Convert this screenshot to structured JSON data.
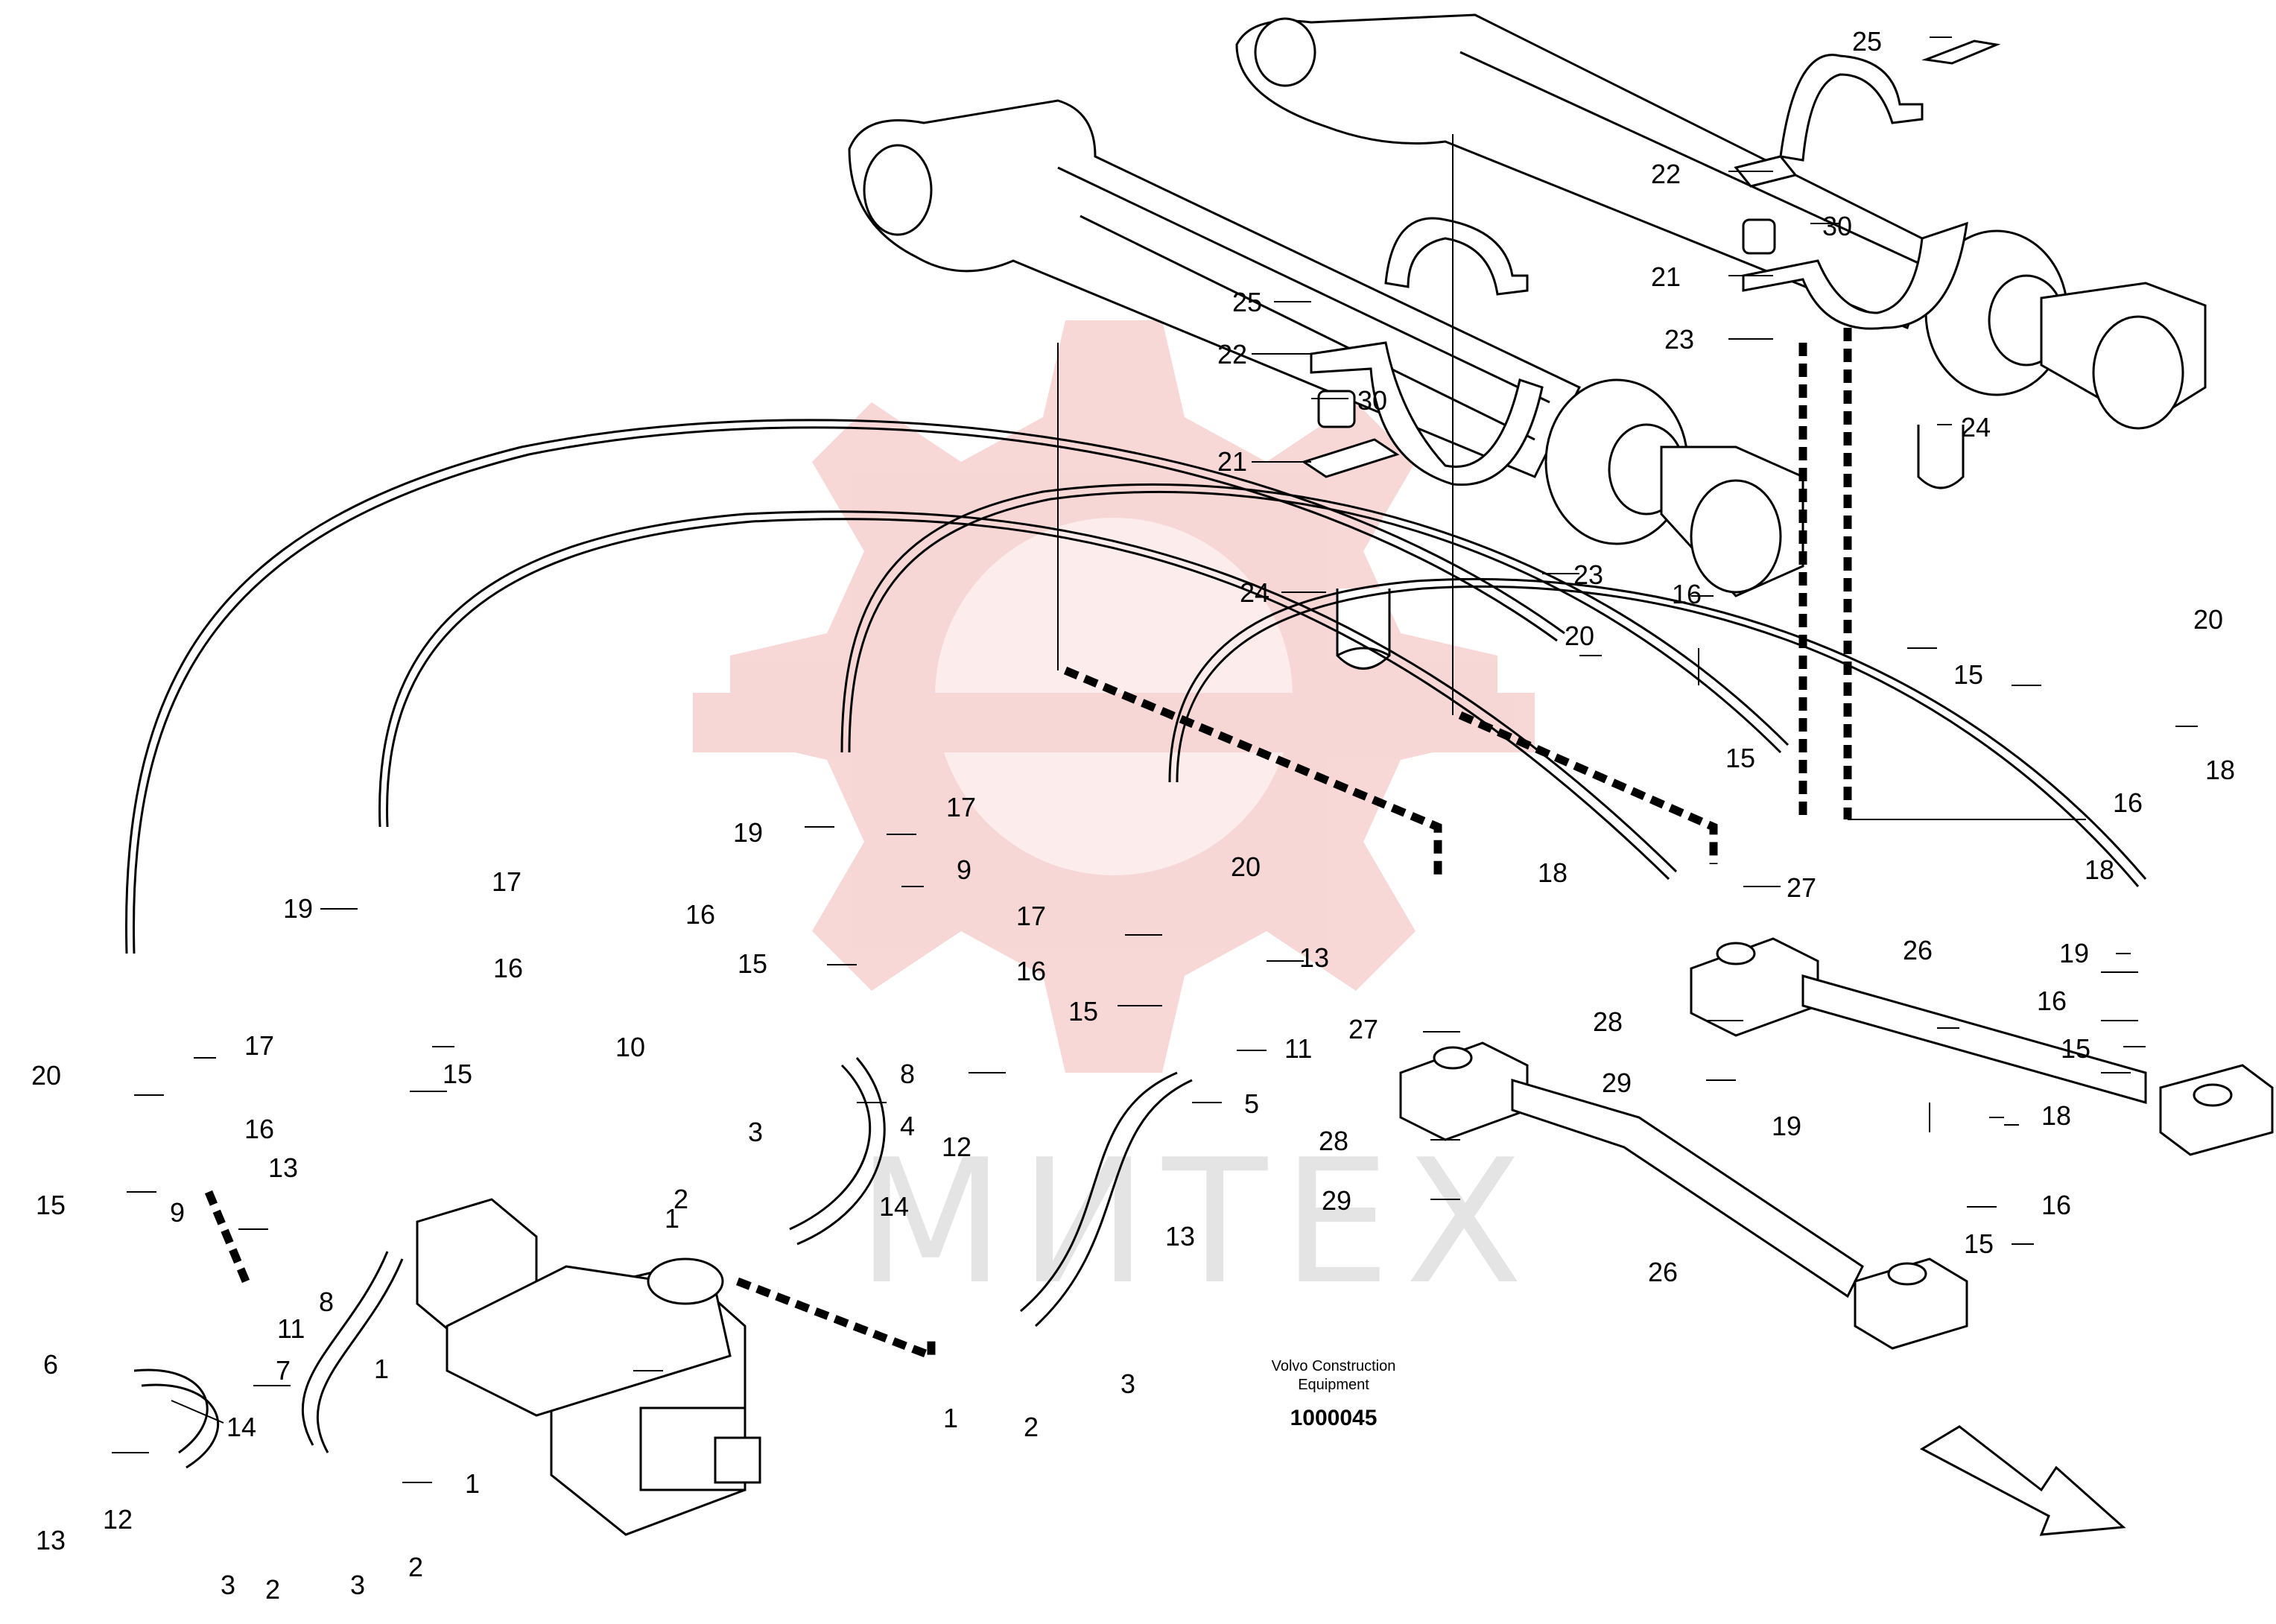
{
  "caption": {
    "manufacturer": "Volvo Construction",
    "manufacturer_line2": "Equipment",
    "drawing_number": "1000045"
  },
  "watermark": {
    "text": "МИТЕХ",
    "emblem_color": "#f2b8b8"
  },
  "part_labels": [
    {
      "id": "p25a",
      "text": "25"
    },
    {
      "id": "p22a",
      "text": "22"
    },
    {
      "id": "p30a",
      "text": "30"
    },
    {
      "id": "p21a",
      "text": "21"
    },
    {
      "id": "p23a",
      "text": "23"
    },
    {
      "id": "p24a",
      "text": "24"
    },
    {
      "id": "p25b",
      "text": "25"
    },
    {
      "id": "p22b",
      "text": "22"
    },
    {
      "id": "p30b",
      "text": "30"
    },
    {
      "id": "p21b",
      "text": "21"
    },
    {
      "id": "p24b",
      "text": "24"
    },
    {
      "id": "p23b",
      "text": "23"
    },
    {
      "id": "p20a",
      "text": "20"
    },
    {
      "id": "p16a",
      "text": "16"
    },
    {
      "id": "p15a",
      "text": "15"
    },
    {
      "id": "p20b",
      "text": "20"
    },
    {
      "id": "p15b",
      "text": "15"
    },
    {
      "id": "p18a",
      "text": "18"
    },
    {
      "id": "p16b",
      "text": "16"
    },
    {
      "id": "p18b",
      "text": "18"
    },
    {
      "id": "p27a",
      "text": "27"
    },
    {
      "id": "p26a",
      "text": "26"
    },
    {
      "id": "p18c",
      "text": "18"
    },
    {
      "id": "p19a",
      "text": "19"
    },
    {
      "id": "p28a",
      "text": "28"
    },
    {
      "id": "p16c",
      "text": "16"
    },
    {
      "id": "p15c",
      "text": "15"
    },
    {
      "id": "p29a",
      "text": "29"
    },
    {
      "id": "p19b",
      "text": "19"
    },
    {
      "id": "p18d",
      "text": "18"
    },
    {
      "id": "p16d",
      "text": "16"
    },
    {
      "id": "p15d",
      "text": "15"
    },
    {
      "id": "p27b",
      "text": "27"
    },
    {
      "id": "p28b",
      "text": "28"
    },
    {
      "id": "p29b",
      "text": "29"
    },
    {
      "id": "p26b",
      "text": "26"
    },
    {
      "id": "p17a",
      "text": "17"
    },
    {
      "id": "p19c",
      "text": "19"
    },
    {
      "id": "p16e",
      "text": "16"
    },
    {
      "id": "p15e",
      "text": "15"
    },
    {
      "id": "p9a",
      "text": "9"
    },
    {
      "id": "p10a",
      "text": "10"
    },
    {
      "id": "p8a",
      "text": "8"
    },
    {
      "id": "p4a",
      "text": "4"
    },
    {
      "id": "p17b",
      "text": "17"
    },
    {
      "id": "p20c",
      "text": "20"
    },
    {
      "id": "p16f",
      "text": "16"
    },
    {
      "id": "p15f",
      "text": "15"
    },
    {
      "id": "p13a",
      "text": "13"
    },
    {
      "id": "p11a",
      "text": "11"
    },
    {
      "id": "p5a",
      "text": "5"
    },
    {
      "id": "p19d",
      "text": "19"
    },
    {
      "id": "p17c",
      "text": "17"
    },
    {
      "id": "p16g",
      "text": "16"
    },
    {
      "id": "p15g",
      "text": "15"
    },
    {
      "id": "p20d",
      "text": "20"
    },
    {
      "id": "p17d",
      "text": "17"
    },
    {
      "id": "p16h",
      "text": "16"
    },
    {
      "id": "p15h",
      "text": "15"
    },
    {
      "id": "p13b",
      "text": "13"
    },
    {
      "id": "p9b",
      "text": "9"
    },
    {
      "id": "p8b",
      "text": "8"
    },
    {
      "id": "p11b",
      "text": "11"
    },
    {
      "id": "p6a",
      "text": "6"
    },
    {
      "id": "p7a",
      "text": "7"
    },
    {
      "id": "p14a",
      "text": "14"
    },
    {
      "id": "p12a",
      "text": "12"
    },
    {
      "id": "p13c",
      "text": "13"
    },
    {
      "id": "p3a",
      "text": "3"
    },
    {
      "id": "p2a",
      "text": "2"
    },
    {
      "id": "p3b",
      "text": "3"
    },
    {
      "id": "p2b",
      "text": "2"
    },
    {
      "id": "p1a",
      "text": "1"
    },
    {
      "id": "p1b",
      "text": "1"
    },
    {
      "id": "p3c",
      "text": "3"
    },
    {
      "id": "p2c",
      "text": "2"
    },
    {
      "id": "p1c",
      "text": "1"
    },
    {
      "id": "p12b",
      "text": "12"
    },
    {
      "id": "p14b",
      "text": "14"
    },
    {
      "id": "p13d",
      "text": "13"
    },
    {
      "id": "p1d",
      "text": "1"
    },
    {
      "id": "p2d",
      "text": "2"
    },
    {
      "id": "p3d",
      "text": "3"
    }
  ]
}
